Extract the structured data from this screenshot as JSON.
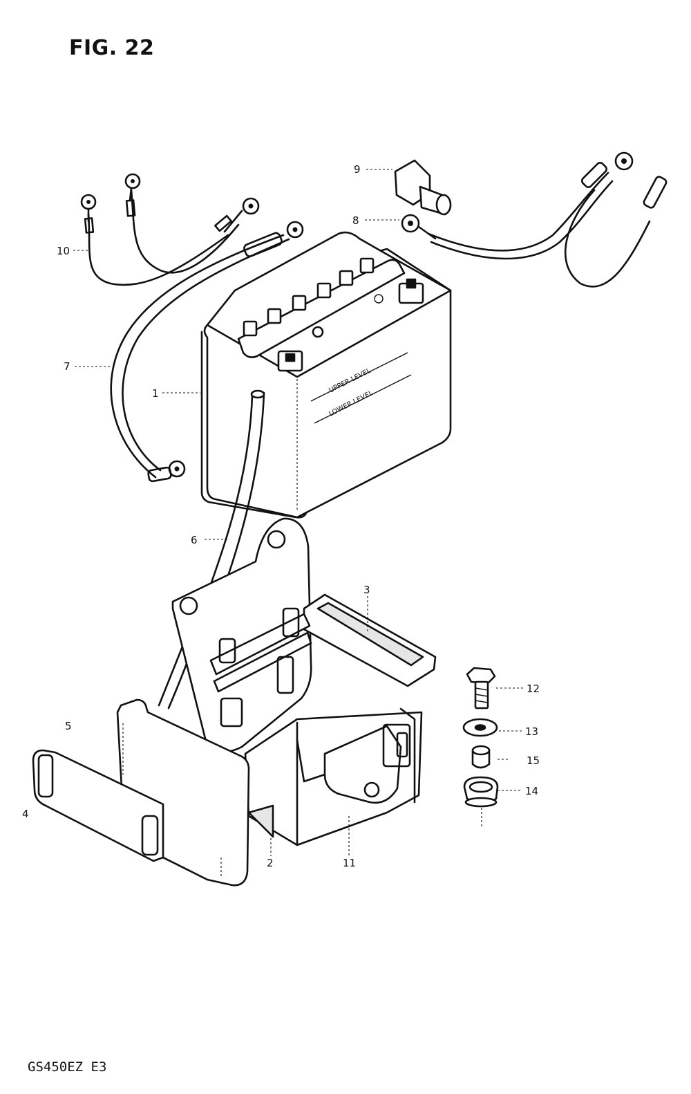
{
  "figure": {
    "title": "FIG. 22",
    "model_code": "GS450EZ  E3"
  },
  "battery_text": {
    "upper_level": "UPPER LEVEL",
    "lower_level": "LOWER LEVEL"
  },
  "callouts": [
    {
      "id": "1",
      "label": "1"
    },
    {
      "id": "2",
      "label": "2"
    },
    {
      "id": "3",
      "label": "3"
    },
    {
      "id": "4",
      "label": "4"
    },
    {
      "id": "5",
      "label": "5"
    },
    {
      "id": "6",
      "label": "6"
    },
    {
      "id": "7",
      "label": "7"
    },
    {
      "id": "8",
      "label": "8"
    },
    {
      "id": "9",
      "label": "9"
    },
    {
      "id": "10",
      "label": "10"
    },
    {
      "id": "11",
      "label": "11"
    },
    {
      "id": "12",
      "label": "12"
    },
    {
      "id": "13",
      "label": "13"
    },
    {
      "id": "14",
      "label": "14"
    },
    {
      "id": "15",
      "label": "15"
    }
  ]
}
